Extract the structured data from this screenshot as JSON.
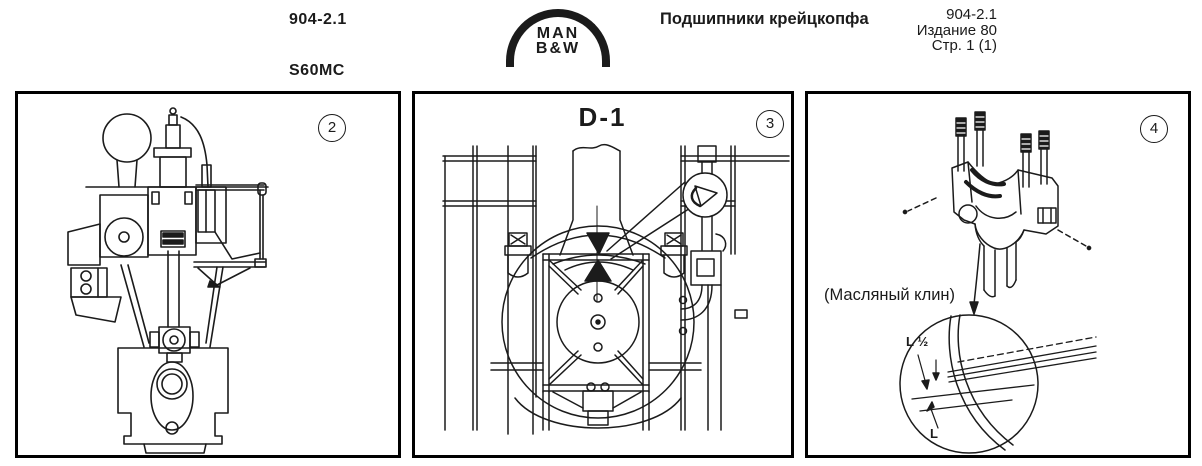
{
  "header": {
    "doc_number_left": "904-2.1",
    "engine_model": "S60MC",
    "logo": {
      "line1": "MAN",
      "line2": "B&W"
    },
    "title": "Подшипники крейцкопфа",
    "ref": {
      "number": "904-2.1",
      "edition": "Издание 80",
      "page": "Стр. 1 (1)"
    }
  },
  "figures": {
    "fig2": {
      "badge": "2"
    },
    "fig3": {
      "badge": "3",
      "label": "D-1"
    },
    "fig4": {
      "badge": "4",
      "caption": "(Масляный клин)",
      "dim_half": "L ½",
      "dim_full": "L"
    }
  },
  "colors": {
    "ink": "#1b1b1b",
    "paper": "#ffffff"
  }
}
